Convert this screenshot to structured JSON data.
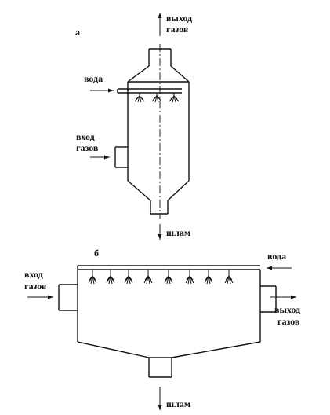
{
  "diagram": {
    "figure_a": {
      "label": "а",
      "gas_out": [
        "выход",
        "газов"
      ],
      "water": "вода",
      "gas_in": [
        "вход",
        "газов"
      ],
      "sludge": "шлам"
    },
    "figure_b": {
      "label": "б",
      "water": "вода",
      "gas_in": [
        "вход",
        "газов"
      ],
      "gas_out": [
        "выход",
        "газов"
      ],
      "sludge": "шлам"
    }
  }
}
